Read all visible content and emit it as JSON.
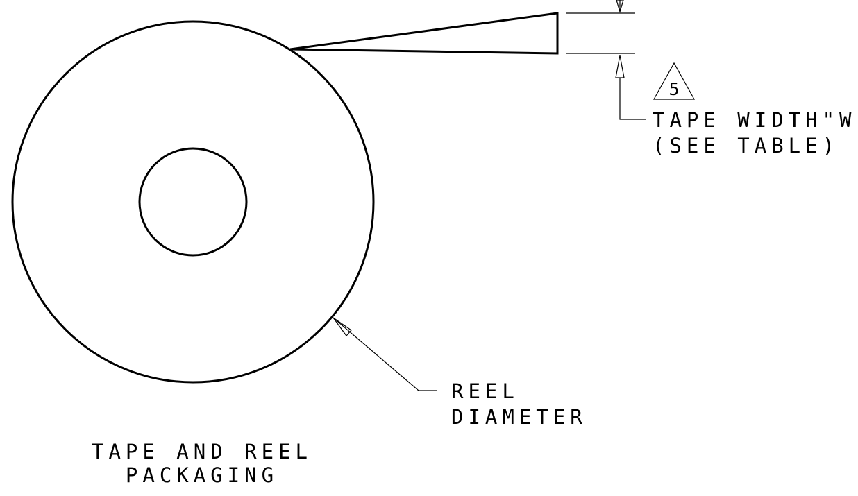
{
  "colors": {
    "line": "#000000",
    "background": "#ffffff"
  },
  "callout": {
    "symbol": "triangle-flag",
    "flag_number": "5",
    "tape_width_label_line1": "TAPE WIDTH\"W\"",
    "tape_width_label_line2": "(SEE TABLE)"
  },
  "reel_label": {
    "line1": "REEL",
    "line2": "DIAMETER"
  },
  "caption": {
    "line1": "TAPE AND REEL",
    "line2": "PACKAGING"
  }
}
